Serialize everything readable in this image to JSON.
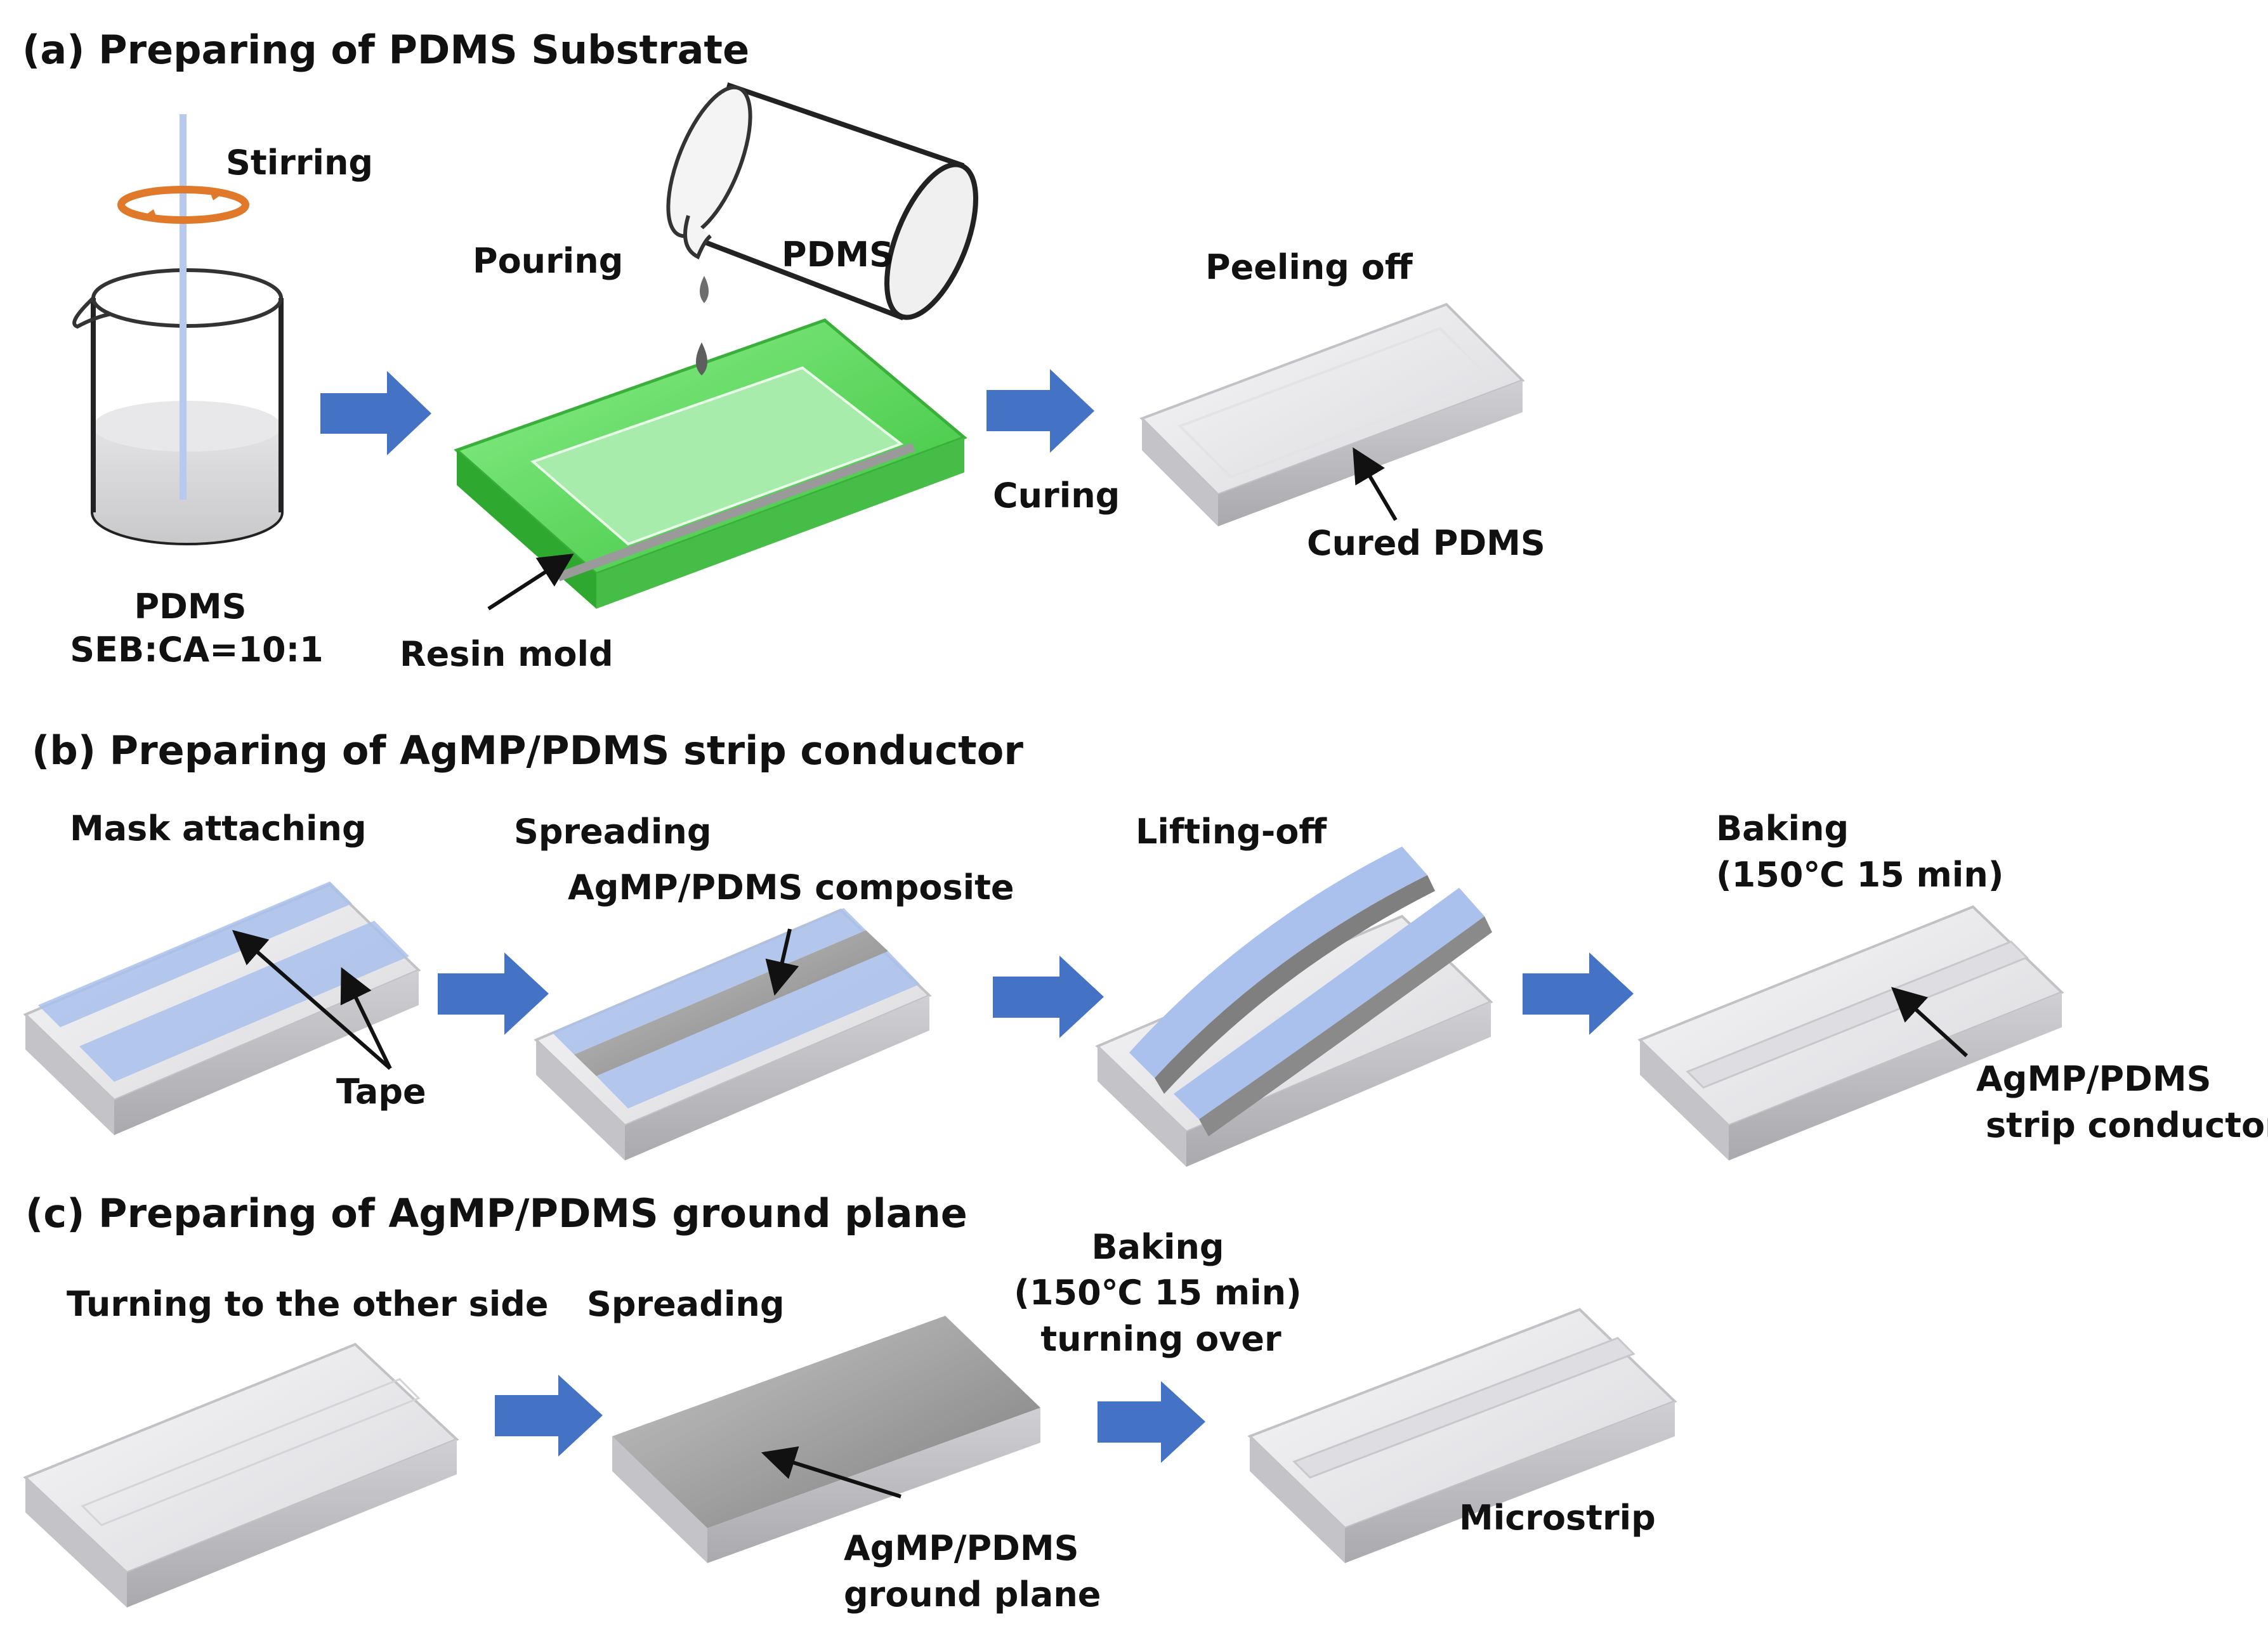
{
  "panel_a": {
    "title": "(a) Preparing of PDMS Substrate",
    "stirring": "Stirring",
    "pdms_label": "PDMS",
    "ratio": "SEB:CA=10:1",
    "pouring": "Pouring",
    "pdms_cup": "PDMS",
    "resin_mold": "Resin mold",
    "curing": "Curing",
    "peeling_off": "Peeling off",
    "cured_pdms": "Cured PDMS"
  },
  "panel_b": {
    "title": "(b) Preparing of AgMP/PDMS strip conductor",
    "mask_attaching": "Mask attaching",
    "tape": "Tape",
    "spreading": "Spreading",
    "composite": "AgMP/PDMS composite",
    "lifting_off": "Lifting-off",
    "baking": "Baking",
    "baking_cond": "(150℃ 15 min)",
    "strip_line1": "AgMP/PDMS",
    "strip_line2": "strip conductor"
  },
  "panel_c": {
    "title": "(c) Preparing of AgMP/PDMS ground plane",
    "turning": "Turning to the other side",
    "spreading": "Spreading",
    "baking": "Baking",
    "baking_cond": "(150℃ 15 min)",
    "turning_over": "turning over",
    "ground_line1": "AgMP/PDMS",
    "ground_line2": "ground plane",
    "microstrip": "Microstrip"
  },
  "colors": {
    "arrow_blue": "#4472c4",
    "mold_green": "#4fd84f",
    "stir_orange": "#e07a2a",
    "tape_blue": "#a9c1ec",
    "silver": "#9a9a9a"
  }
}
